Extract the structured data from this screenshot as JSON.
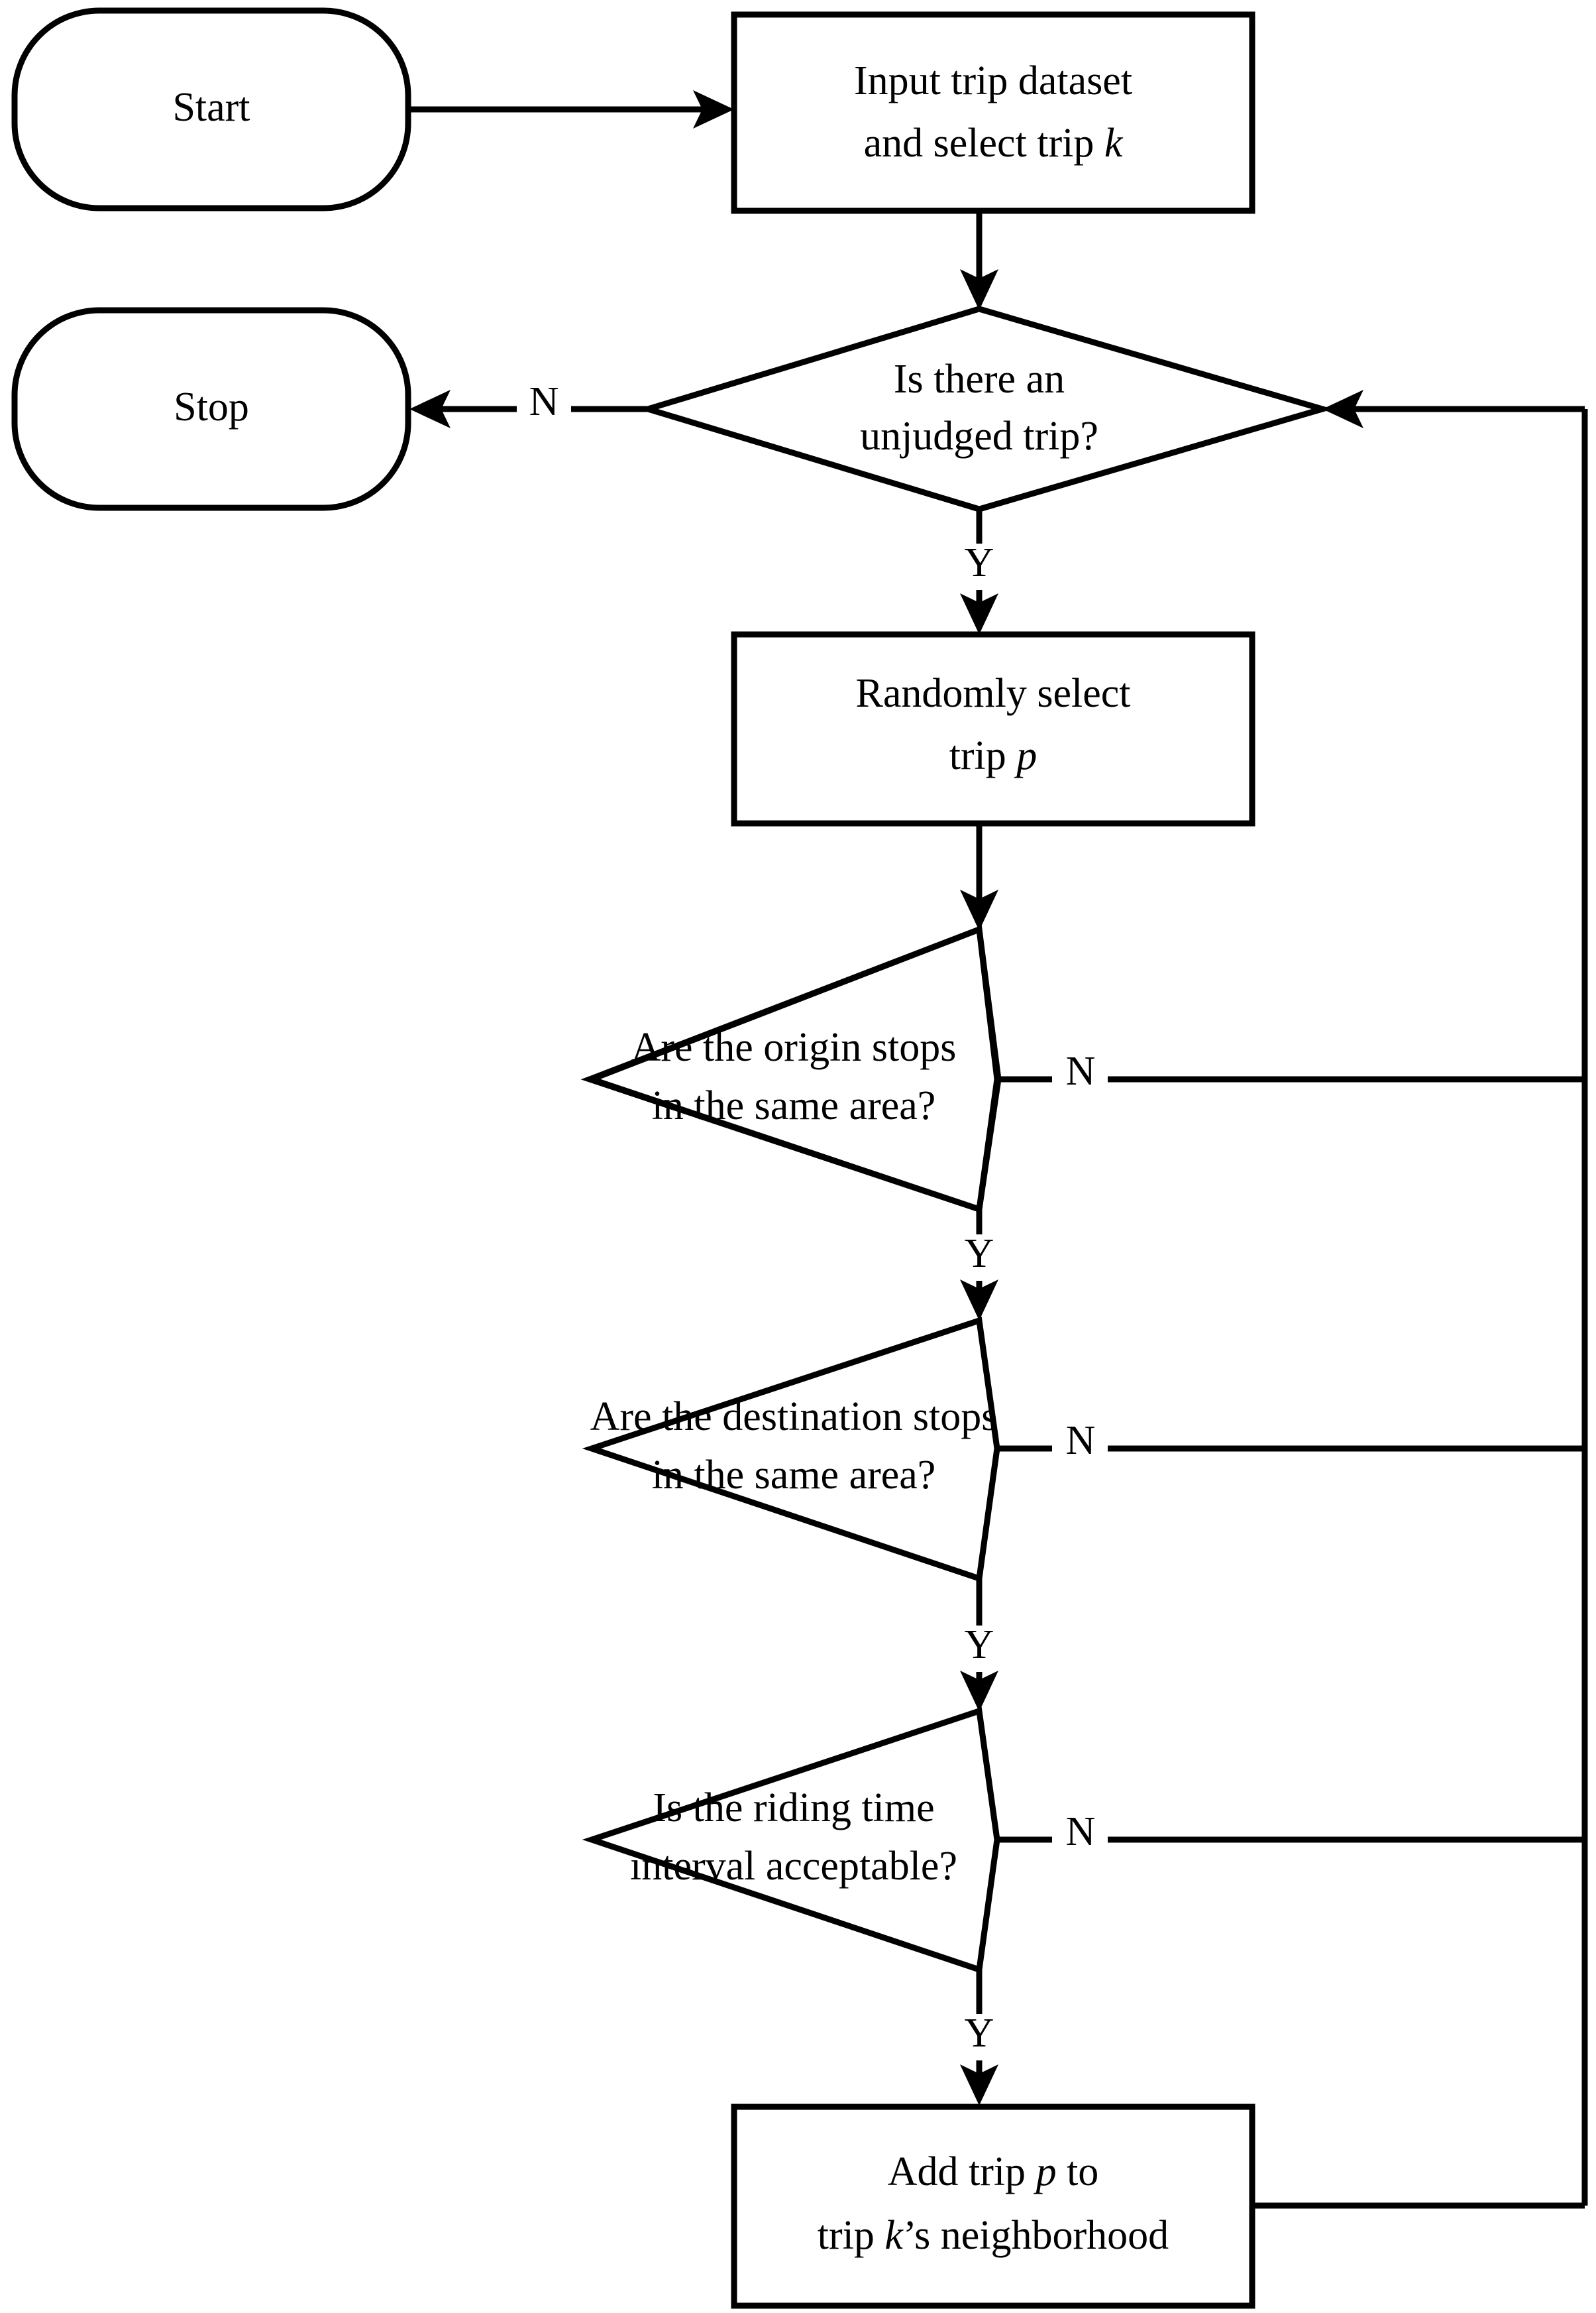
{
  "diagram": {
    "type": "flowchart",
    "title": "Trip neighborhood construction flowchart",
    "orientation": "top-to-bottom",
    "background_color": "#ffffff",
    "line_color": "#000000",
    "text_color": "#000000"
  },
  "nodes": {
    "start": {
      "id": "start",
      "shape": "terminal",
      "label": "Start"
    },
    "input_trip": {
      "id": "input_trip",
      "shape": "process",
      "line1": "Input trip dataset",
      "line2_pre": "and select trip ",
      "line2_var": "k",
      "label": "Input trip dataset and select trip k"
    },
    "stop": {
      "id": "stop",
      "shape": "terminal",
      "label": "Stop"
    },
    "unjudged_decision": {
      "id": "unjudged_decision",
      "shape": "decision",
      "line1": "Is there an",
      "line2": "unjudged trip?",
      "label": "Is there an unjudged trip?"
    },
    "random_select": {
      "id": "random_select",
      "shape": "process",
      "line1": "Randomly select",
      "line2_pre": "trip ",
      "line2_var": "p",
      "label": "Randomly select trip p"
    },
    "origin_decision": {
      "id": "origin_decision",
      "shape": "decision",
      "line1": "Are the origin stops",
      "line2": "in the same area?",
      "label": "Are the origin stops in the same area?"
    },
    "destination_decision": {
      "id": "destination_decision",
      "shape": "decision",
      "line1": "Are the destination stops",
      "line2": "in the same area?",
      "label": "Are the destination stops in the same area?"
    },
    "riding_time_decision": {
      "id": "riding_time_decision",
      "shape": "decision",
      "line1": "Is the riding time",
      "line2": "interval acceptable?",
      "label": "Is the riding time interval acceptable?"
    },
    "add_trip": {
      "id": "add_trip",
      "shape": "process",
      "line1_pre": "Add trip ",
      "line1_var": "p",
      "line1_post": " to",
      "line2_pre": "trip ",
      "line2_var": "k",
      "line2_post": "’s neighborhood",
      "label": "Add trip p to trip k’s neighborhood"
    }
  },
  "edge_labels": {
    "unjudged_no": "N",
    "unjudged_yes": "Y",
    "origin_no": "N",
    "origin_yes": "Y",
    "destination_no": "N",
    "destination_yes": "Y",
    "riding_no": "N",
    "riding_yes": "Y"
  },
  "edges": [
    {
      "id": "start-to-input",
      "from": "start",
      "to": "input_trip",
      "label": ""
    },
    {
      "id": "input-to-unjudged",
      "from": "input_trip",
      "to": "unjudged_decision",
      "label": ""
    },
    {
      "id": "unjudged-to-stop",
      "from": "unjudged_decision",
      "to": "stop",
      "label": "N"
    },
    {
      "id": "unjudged-to-random",
      "from": "unjudged_decision",
      "to": "random_select",
      "label": "Y"
    },
    {
      "id": "random-to-origin",
      "from": "random_select",
      "to": "origin_decision",
      "label": ""
    },
    {
      "id": "origin-no-to-loop",
      "from": "origin_decision",
      "to": "unjudged_decision",
      "label": "N"
    },
    {
      "id": "origin-yes-to-destination",
      "from": "origin_decision",
      "to": "destination_decision",
      "label": "Y"
    },
    {
      "id": "destination-no-to-loop",
      "from": "destination_decision",
      "to": "unjudged_decision",
      "label": "N"
    },
    {
      "id": "destination-yes-to-riding",
      "from": "destination_decision",
      "to": "riding_time_decision",
      "label": "Y"
    },
    {
      "id": "riding-no-to-loop",
      "from": "riding_time_decision",
      "to": "unjudged_decision",
      "label": "N"
    },
    {
      "id": "riding-yes-to-add",
      "from": "riding_time_decision",
      "to": "add_trip",
      "label": "Y"
    },
    {
      "id": "add-to-loop",
      "from": "add_trip",
      "to": "unjudged_decision",
      "label": ""
    }
  ]
}
